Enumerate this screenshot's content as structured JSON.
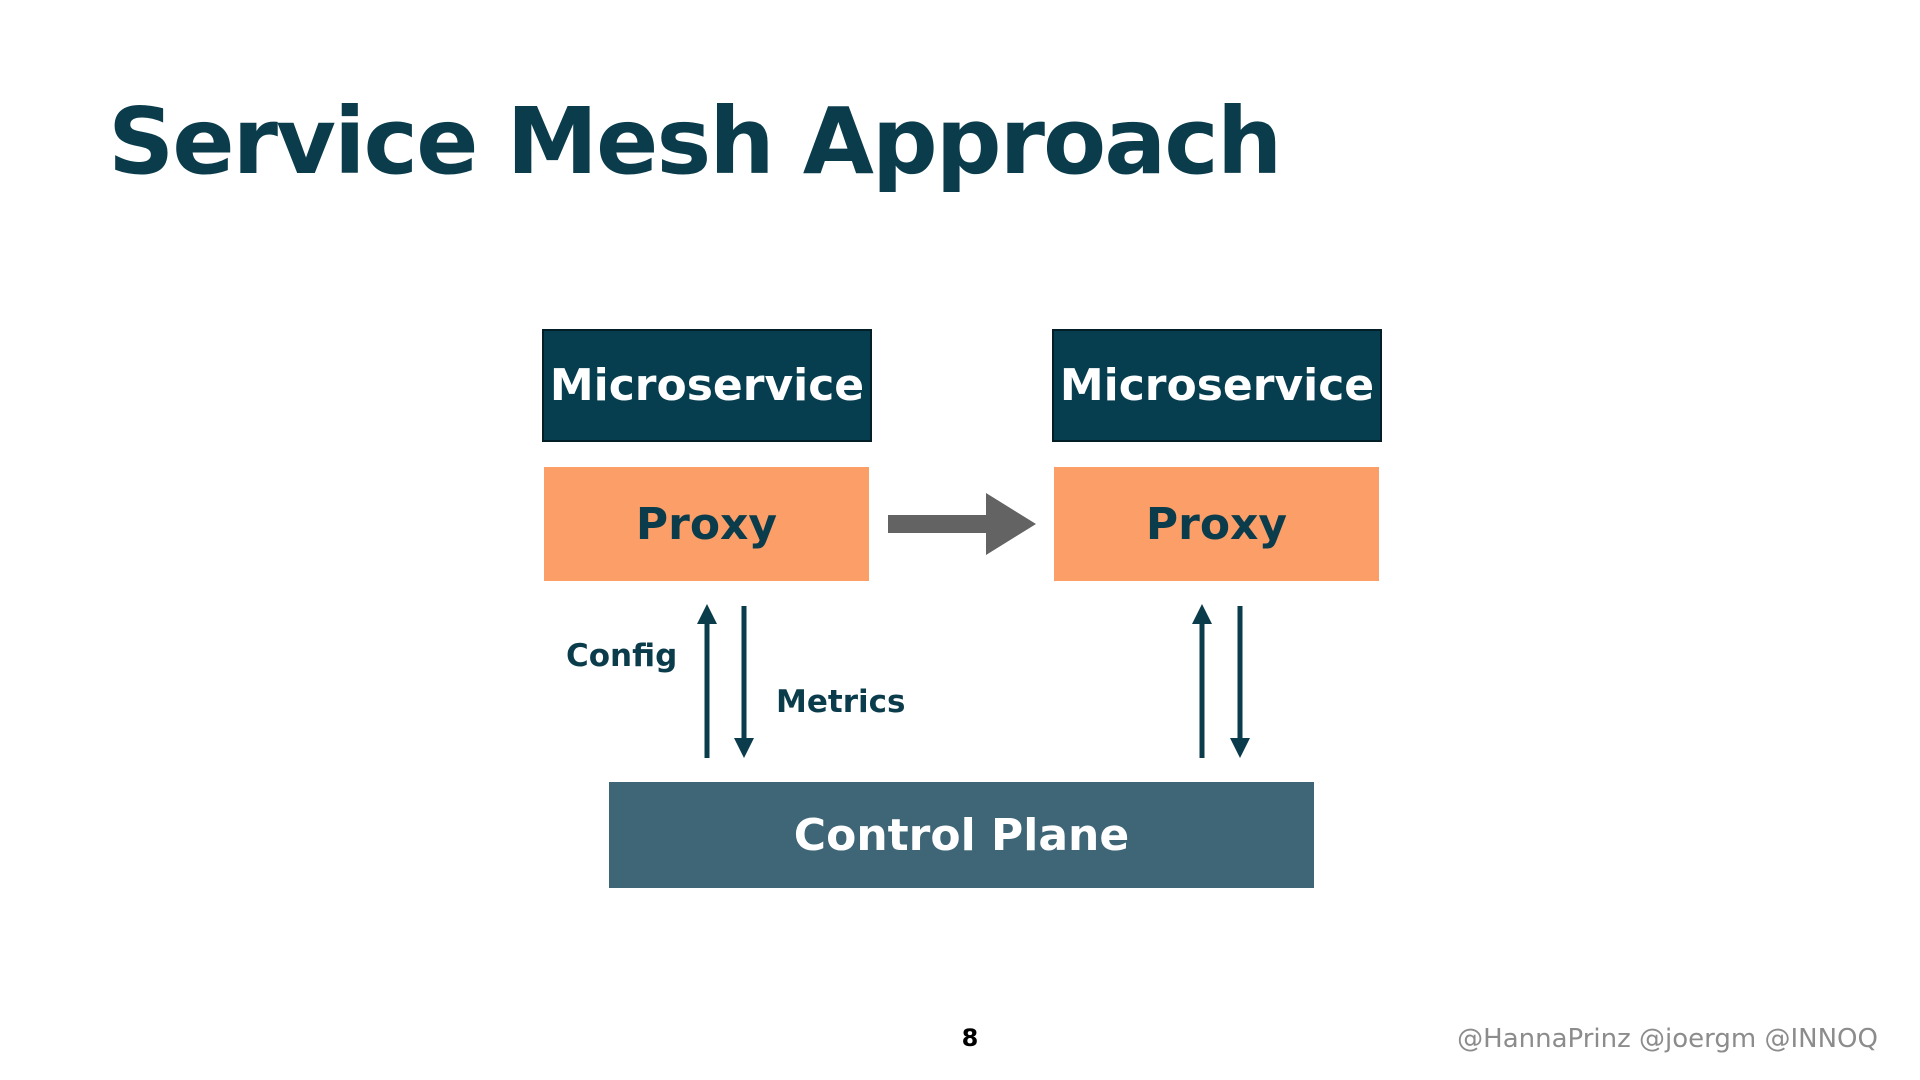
{
  "slide": {
    "title": "Service Mesh Approach",
    "page_number": "8",
    "handles": "@HannaPrinz @joergm @INNOQ"
  },
  "diagram": {
    "microservice_left": "Microservice",
    "microservice_right": "Microservice",
    "proxy_left": "Proxy",
    "proxy_right": "Proxy",
    "control_plane": "Control Plane",
    "label_config": "Config",
    "label_metrics": "Metrics"
  },
  "colors": {
    "title": "#0b3c4c",
    "microservice_fill": "#063e4f",
    "proxy_fill": "#fb9e67",
    "control_plane_fill": "#3e6676",
    "request_arrow": "#636363",
    "flow_arrow": "#0b3c4c"
  }
}
